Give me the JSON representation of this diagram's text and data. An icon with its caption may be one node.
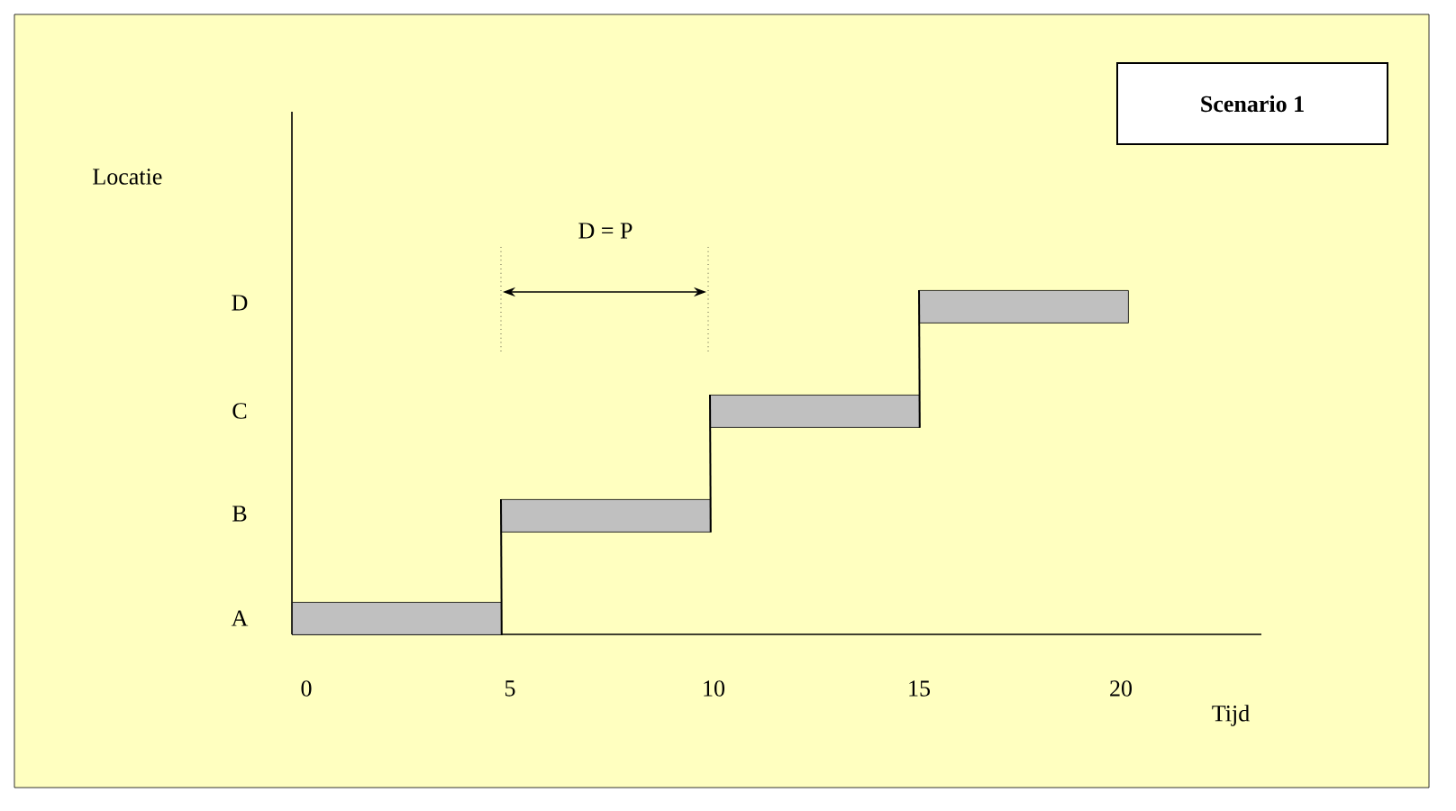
{
  "diagram": {
    "nodes": [
      {
        "text": [
          "Scenario 1"
        ]
      },
      {
        "text": [],
        "shape": "bar"
      },
      {
        "text": [],
        "shape": "bar"
      },
      {
        "text": [],
        "shape": "bar"
      },
      {
        "text": [],
        "shape": "bar"
      }
    ],
    "edges": [
      {
        "from": 1,
        "to": 2,
        "arrow": "none"
      },
      {
        "from": 2,
        "to": 3,
        "arrow": "none"
      },
      {
        "from": 3,
        "to": 4,
        "arrow": "none"
      }
    ],
    "labels": [
      "Locatie",
      "D = P",
      "D",
      "C",
      "B",
      "A",
      "0",
      "5",
      "10",
      "15",
      "20",
      "Tijd"
    ]
  }
}
